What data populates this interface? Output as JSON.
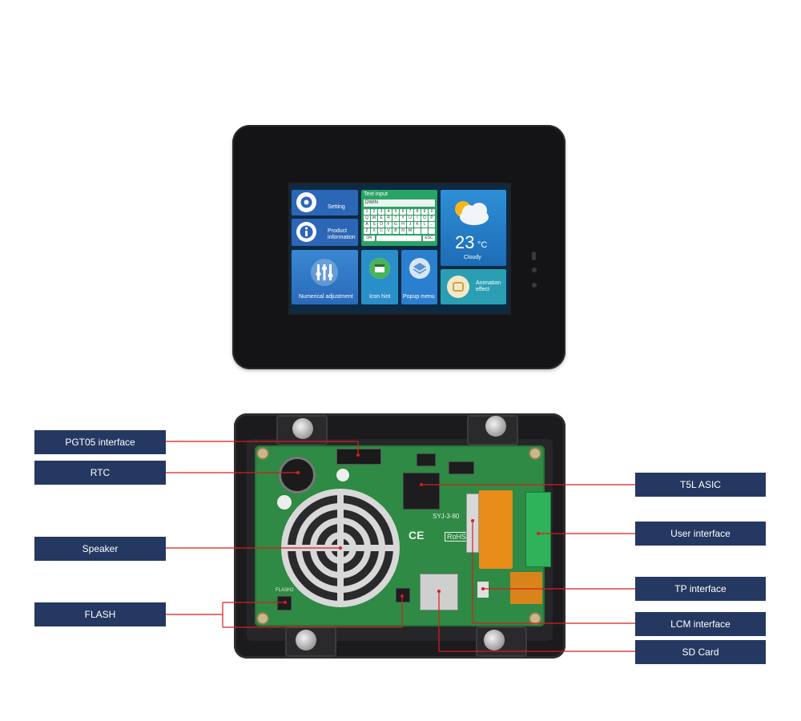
{
  "front_screen": {
    "tiles": {
      "setting": "Setting",
      "product_information_line1": "Product",
      "product_information_line2": "information",
      "text_input": "Text input",
      "dwin": "DWIN",
      "keyboard_rows": [
        [
          "1",
          "2",
          "3",
          "4",
          "5",
          "6",
          "7",
          "8",
          "9",
          "0"
        ],
        [
          "Q",
          "W",
          "E",
          "R",
          "T",
          "Y",
          "U",
          "I",
          "O",
          "P"
        ],
        [
          "A",
          "S",
          "D",
          "F",
          "G",
          "H",
          "J",
          "K",
          "L"
        ],
        [
          "Z",
          "X",
          "C",
          "V",
          "B",
          "N",
          "M"
        ]
      ],
      "ok_key": "OK",
      "esc_key": "ESC",
      "temperature": "23",
      "temperature_unit": "°C",
      "weather": "Cloudy",
      "numerical_adjustment": "Numerical adjustment",
      "icon_hint": "Icon hint",
      "popup_menu": "Popup menu",
      "animation_effect_line1": "Animation",
      "animation_effect_line2": "effect"
    }
  },
  "pcb": {
    "model_text": "SYJ-3-80",
    "flash_silkscreen": "FLASH2",
    "ce_mark": "CE",
    "rohs_mark": "RoHS"
  },
  "labels": {
    "left": [
      "PGT05 interface",
      "RTC",
      "Speaker",
      "FLASH"
    ],
    "right": [
      "T5L ASIC",
      "User interface",
      "TP interface",
      "LCM interface",
      "SD Card"
    ]
  },
  "colors": {
    "label_bg": "#253861",
    "leader_line": "#d81e1e",
    "pcb_green": "#2e8a44"
  }
}
